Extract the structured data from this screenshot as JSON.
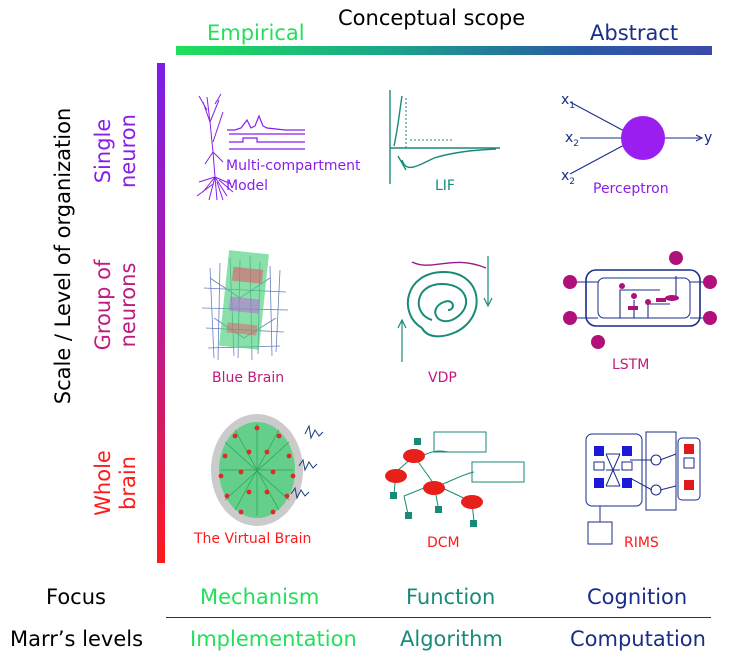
{
  "header": {
    "title": "Conceptual scope",
    "left_label": "Empirical",
    "right_label": "Abstract"
  },
  "y_axis": {
    "label": "Scale / Level of organization"
  },
  "rows": [
    {
      "line1": "Single",
      "line2": "neuron",
      "color": "#8a1ee8"
    },
    {
      "line1": "Group of",
      "line2": "neurons",
      "color": "#c01a80"
    },
    {
      "line1": "Whole",
      "line2": "brain",
      "color": "#ff1a1a"
    }
  ],
  "models": {
    "multicompartment": {
      "line1": "Multi-compartment",
      "line2": "Model"
    },
    "lif": "LIF",
    "perceptron": {
      "label": "Perceptron",
      "inputs": [
        "x",
        "x",
        "x"
      ],
      "subscripts": [
        "1",
        "2",
        "2"
      ],
      "output": "y"
    },
    "bluebrain": "Blue Brain",
    "vdp": "VDP",
    "lstm": "LSTM",
    "tvb": "The Virtual Brain",
    "dcm": "DCM",
    "rims": "RIMS"
  },
  "footer": {
    "focus_label": "Focus",
    "marr_label": "Marr’s levels",
    "focus": [
      "Mechanism",
      "Function",
      "Cognition"
    ],
    "marr": [
      "Implementation",
      "Algorithm",
      "Computation"
    ]
  },
  "colors": {
    "empirical": "#22e05a",
    "function": "#1a8a78",
    "abstract": "#1a2d8a",
    "single_neuron": "#8a1ee8",
    "group": "#c01a80",
    "whole_brain": "#ff1a1a"
  }
}
